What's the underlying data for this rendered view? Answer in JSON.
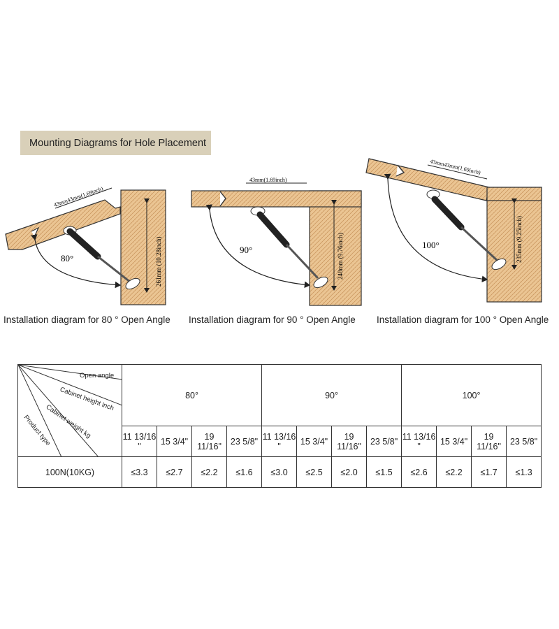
{
  "banner": {
    "title": "Mounting Diagrams for Hole Placement"
  },
  "diagrams": [
    {
      "caption": "Installation diagram for 80 ° Open Angle",
      "angle_label": "80°",
      "width_label": "43mm43mm(1.69inch)",
      "height_label": "261mm (10.28inch)"
    },
    {
      "caption": "Installation diagram for 90 ° Open Angle",
      "angle_label": "90°",
      "width_label": "43mm(1.69inch)",
      "height_label": "248mm (9.76inch)"
    },
    {
      "caption": "Installation diagram for 100 ° Open Angle",
      "angle_label": "100°",
      "width_label": "43mm43mm(1.69inch)",
      "height_label": "235mm (9.25inch)"
    }
  ],
  "table": {
    "corner": {
      "open_angle": "Open angle",
      "cabinet_height": "Cabinet height inch",
      "cabinet_weight": "Cabinet weight kg",
      "product_type": "Product type"
    },
    "angles": [
      "80°",
      "90°",
      "100°"
    ],
    "heights": [
      "11 13/16 \"",
      "15 3/4\"",
      "19 11/16\"",
      "23 5/8\""
    ],
    "row": {
      "product": "100N(10KG)",
      "values": [
        "≤3.3",
        "≤2.7",
        "≤2.2",
        "≤1.6",
        "≤3.0",
        "≤2.5",
        "≤2.0",
        "≤1.5",
        "≤2.6",
        "≤2.2",
        "≤1.7",
        "≤1.3"
      ]
    },
    "colors": {
      "border": "#333333",
      "wood": "#e9c08f",
      "banner": "#d9d0b9"
    }
  }
}
